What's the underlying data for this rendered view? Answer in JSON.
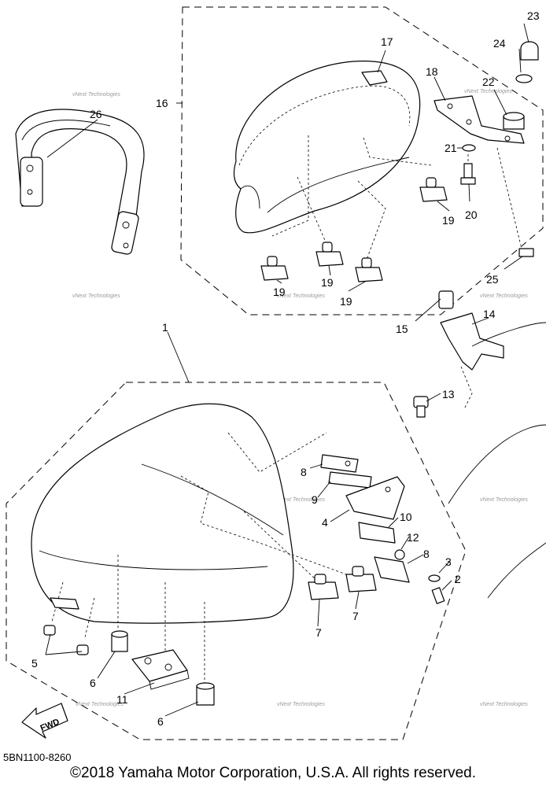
{
  "diagram_code": "5BN1100-8260",
  "copyright": "©2018 Yamaha Motor Corporation, U.S.A. All rights reserved.",
  "watermark": "vNext Technologies",
  "fwd_label": "FWD",
  "callouts": {
    "c1": "1",
    "c2": "2",
    "c3": "3",
    "c4": "4",
    "c5": "5",
    "c6a": "6",
    "c6b": "6",
    "c7a": "7",
    "c7b": "7",
    "c8a": "8",
    "c8b": "8",
    "c9": "9",
    "c10": "10",
    "c11": "11",
    "c12": "12",
    "c13": "13",
    "c14": "14",
    "c15": "15",
    "c16": "16",
    "c17": "17",
    "c18": "18",
    "c19a": "19",
    "c19b": "19",
    "c19c": "19",
    "c19d": "19",
    "c20": "20",
    "c21": "21",
    "c22": "22",
    "c23": "23",
    "c24": "24",
    "c25": "25",
    "c26": "26"
  }
}
